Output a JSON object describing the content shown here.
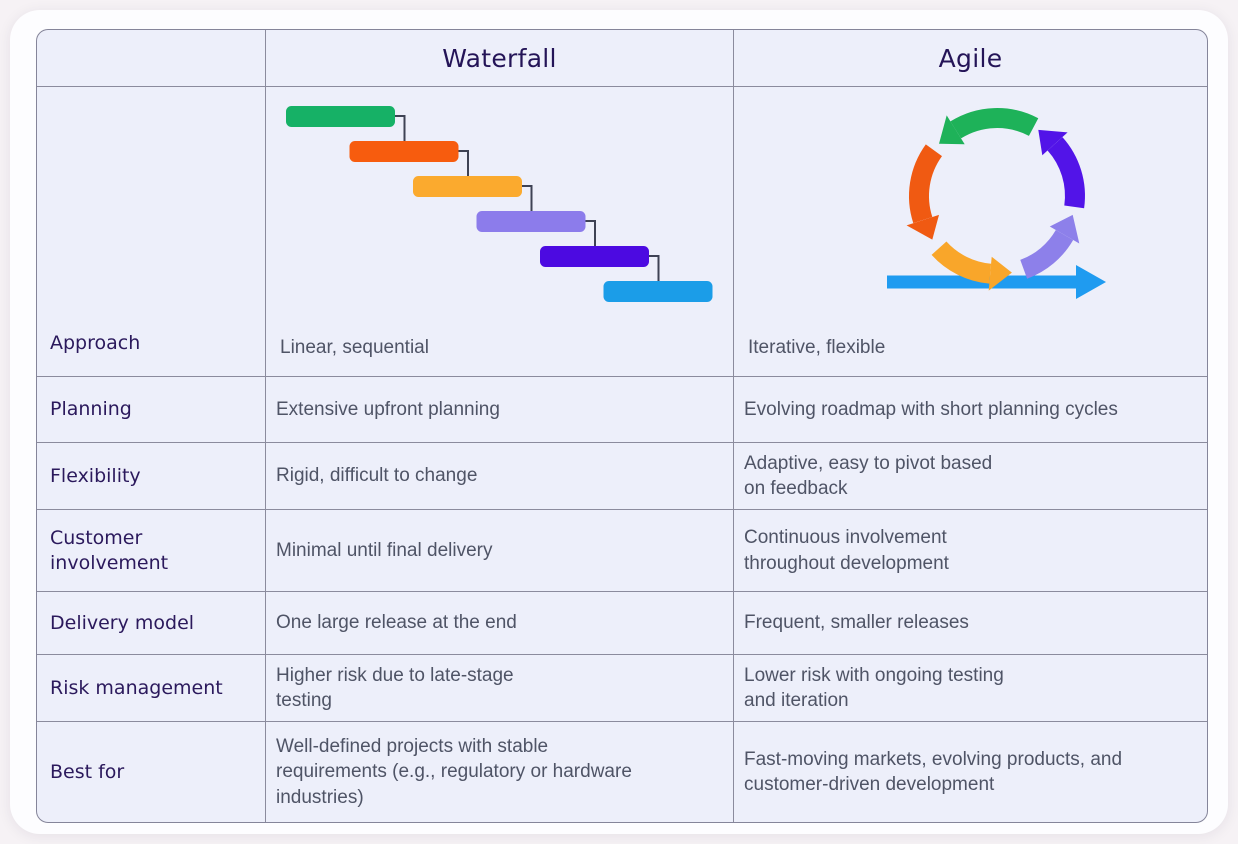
{
  "header": {
    "blank": "",
    "waterfall": "Waterfall",
    "agile": "Agile"
  },
  "rows": [
    {
      "label": "Approach",
      "waterfall": "Linear, sequential",
      "agile": "Iterative, flexible"
    },
    {
      "label": "Planning",
      "waterfall": "Extensive upfront planning",
      "agile": "Evolving roadmap with short planning cycles"
    },
    {
      "label": "Flexibility",
      "waterfall": "Rigid, difficult to change",
      "agile": "Adaptive, easy to pivot based\non feedback"
    },
    {
      "label": "Customer\ninvolvement",
      "waterfall": "Minimal until final delivery",
      "agile": "Continuous involvement\nthroughout development"
    },
    {
      "label": "Delivery model",
      "waterfall": "One large release at the end",
      "agile": "Frequent, smaller releases"
    },
    {
      "label": "Risk management",
      "waterfall": "Higher risk due to late-stage\ntesting",
      "agile": "Lower risk with ongoing testing\nand iteration"
    },
    {
      "label": "Best for",
      "waterfall": "Well-defined projects with stable\nrequirements (e.g., regulatory or hardware\nindustries)",
      "agile": "Fast-moving markets, evolving products, and\ncustomer-driven development"
    }
  ],
  "waterfall_gantt": {
    "kind": "cascading-gantt-bars",
    "bar_colors": [
      "#16b166",
      "#f75c0e",
      "#fbaa2e",
      "#8c7ceb",
      "#4c0ae1",
      "#1b9de8"
    ],
    "connector_color": "#3e4254"
  },
  "agile_cycle": {
    "kind": "circular-sprint-loop",
    "segments": [
      {
        "name": "green",
        "color": "#1eb259",
        "start": 62,
        "end": 122,
        "head": 138
      },
      {
        "name": "indigo",
        "color": "#5214e8",
        "start": 352,
        "end": 402,
        "head": 418
      },
      {
        "name": "orange-red",
        "color": "#f05a12",
        "start": 144,
        "end": 198,
        "head": 214
      },
      {
        "name": "amber",
        "color": "#f9a62a",
        "start": 222,
        "end": 265,
        "head": 281
      },
      {
        "name": "light-purple",
        "color": "#8d80ea",
        "start": 290,
        "end": 330,
        "head": 346
      }
    ],
    "timeline_arrow_color": "#1f9bf0"
  },
  "colors": {
    "card_background": "#fdfdff",
    "cell_background": "#edeffa",
    "grid_border": "#85859a",
    "header_text": "#241457",
    "label_text": "#2b195c",
    "body_text": "#4f5466"
  }
}
